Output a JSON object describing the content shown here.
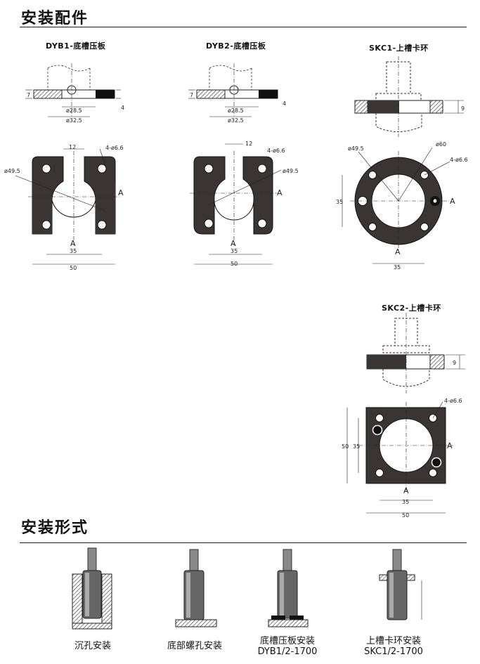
{
  "sections": {
    "accessories_title": "安装配件",
    "mount_title": "安装形式"
  },
  "parts": {
    "dyb1": "DYB1-底槽压板",
    "dyb2": "DYB2-底槽压板",
    "skc1": "SKC1-上槽卡环",
    "skc2": "SKC2-上槽卡环"
  },
  "dims": {
    "d285": "ø28.5",
    "d325": "ø32.5",
    "d495": "ø49.5",
    "d60": "ø60",
    "holes": "4-ø6.6",
    "w12": "12",
    "w35": "35",
    "w50": "50",
    "h7": "7",
    "h4": "4",
    "h9": "9",
    "axisA": "A"
  },
  "mounts": {
    "m1": "沉孔安装",
    "m2": "底部螺孔安装",
    "m3_line1": "底槽压板安装",
    "m3_line2": "DYB1/2-1700",
    "m4_line1": "上槽卡环安装",
    "m4_line2": "SKC1/2-1700"
  }
}
